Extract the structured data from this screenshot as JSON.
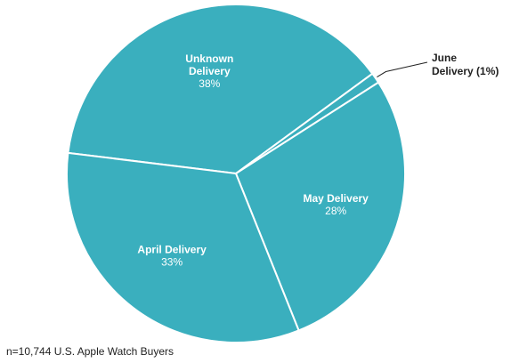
{
  "chart_data": {
    "type": "pie",
    "title": "",
    "categories": [
      "Unknown Delivery",
      "June Delivery",
      "May Delivery",
      "April Delivery"
    ],
    "values": [
      38,
      1,
      28,
      33
    ],
    "unit": "%",
    "slices": [
      {
        "name": "Unknown Delivery",
        "label_lines": [
          "Unknown",
          "Delivery"
        ],
        "value": 38,
        "value_text": "38%",
        "color": "#3aafbe"
      },
      {
        "name": "June Delivery",
        "label_lines": [
          "June",
          "Delivery (1%)"
        ],
        "value": 1,
        "value_text": "",
        "color": "#3aafbe"
      },
      {
        "name": "May Delivery",
        "label_lines": [
          "May Delivery"
        ],
        "value": 28,
        "value_text": "28%",
        "color": "#3aafbe"
      },
      {
        "name": "April Delivery",
        "label_lines": [
          "April Delivery"
        ],
        "value": 33,
        "value_text": "33%",
        "color": "#3aafbe"
      }
    ],
    "slice_color": "#3aafbe",
    "separator_color": "#ffffff",
    "legend": "none"
  },
  "footnote": "n=10,744 U.S. Apple Watch Buyers"
}
